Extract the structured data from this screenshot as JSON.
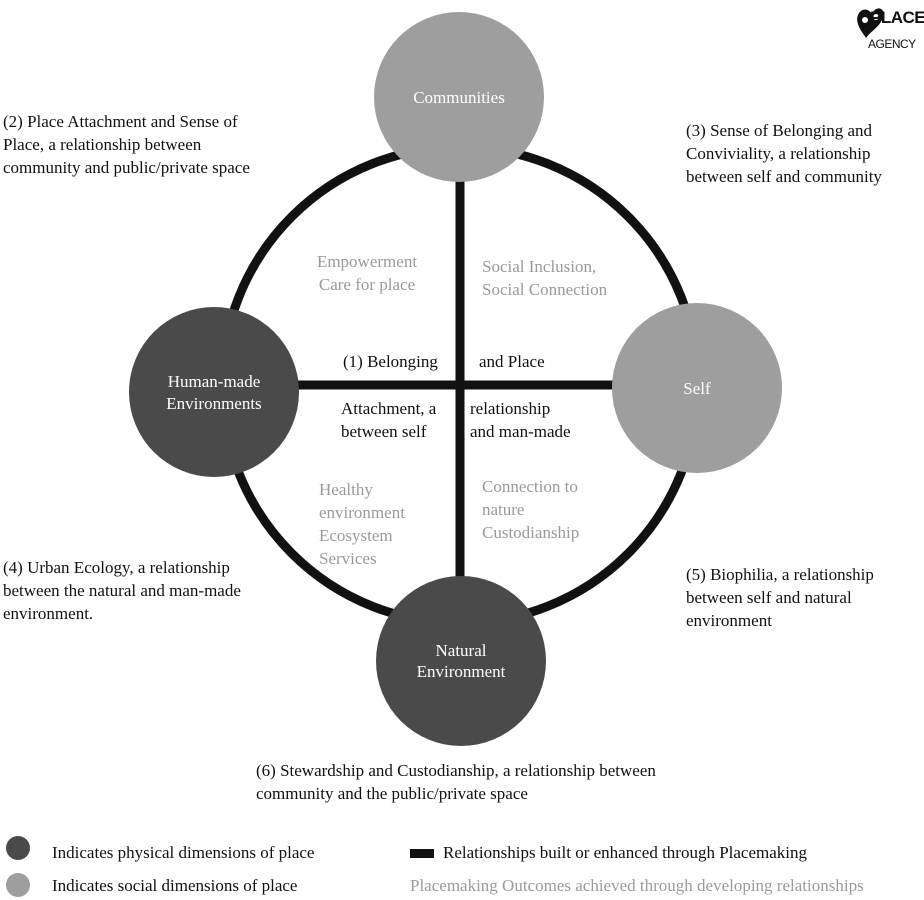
{
  "logo": {
    "text": "PLACE",
    "subtext": "AGENCY"
  },
  "colors": {
    "physical": "#4a4a4a",
    "social": "#9e9e9e",
    "relationship": "#111111",
    "outcome": "#9a9a9a"
  },
  "nodes": {
    "communities": {
      "label": "Communities",
      "type": "social"
    },
    "self": {
      "label": "Self",
      "type": "social"
    },
    "human_made": {
      "label_line1": "Human-made",
      "label_line2": "Environments",
      "type": "physical"
    },
    "natural": {
      "label_line1": "Natural",
      "label_line2": "Environment",
      "type": "physical"
    }
  },
  "relationships": {
    "r1_a": "(1) Belonging",
    "r1_b": "and Place",
    "r1_c": "Attachment, a\nbetween self",
    "r1_d": "relationship\nand man-made",
    "r2": "(2) Place Attachment and Sense of\nPlace, a relationship between\ncommunity and public/private space",
    "r3": "(3) Sense of Belonging and\nConviviality, a relationship\nbetween self and community",
    "r4": "(4) Urban Ecology, a relationship\nbetween the natural and man-made\nenvironment.",
    "r5": "(5) Biophilia, a relationship\nbetween self and natural\nenvironment",
    "r6": "(6) Stewardship and Custodianship, a relationship between\ncommunity  and the public/private space"
  },
  "outcomes": {
    "top_left": "Empowerment\nCare for place",
    "top_right": "Social Inclusion,\nSocial Connection",
    "bottom_left": "Healthy\nenvironment\nEcosystem\nServices",
    "bottom_right": "Connection to\nnature\nCustodianship"
  },
  "legend": {
    "physical": "Indicates physical dimensions of place",
    "social": "Indicates social dimensions of place",
    "relationship": "Relationships built or  enhanced through Placemaking",
    "outcome": "Placemaking Outcomes achieved through developing relationships"
  }
}
